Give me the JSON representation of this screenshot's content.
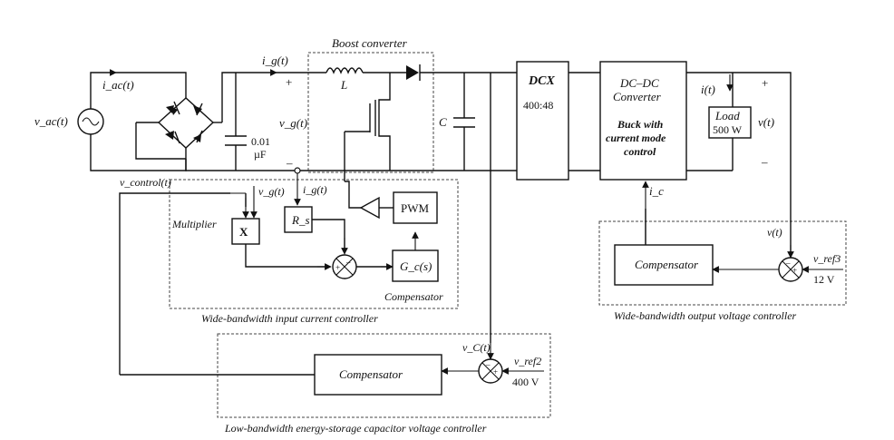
{
  "labels": {
    "vac": "v_ac(t)",
    "iac": "i_ac(t)",
    "ig_top": "i_g(t)",
    "plus_left": "+",
    "minus_left": "–",
    "vg": "v_g(t)",
    "cap_small_val": "0.01",
    "cap_small_unit": "µF",
    "boost_title": "Boost converter",
    "inductor": "L",
    "cap_C": "C",
    "dcx_name": "DCX",
    "dcx_ratio": "400:48",
    "dcdc_line1": "DC–DC",
    "dcdc_line2": "Converter",
    "buck_line1": "Buck with",
    "buck_line2": "current mode",
    "buck_line3": "control",
    "i_out": "i(t)",
    "plus_right": "+",
    "minus_right": "–",
    "load_name": "Load",
    "load_val": "500 W",
    "v_out": "v(t)",
    "vcontrol": "v_control(t)",
    "vg_small": "v_g(t)",
    "ig_small": "i_g(t)",
    "multiplier_label": "Multiplier",
    "mult_symbol": "X",
    "rs": "R_s",
    "pwm": "PWM",
    "gc": "G_c(s)",
    "compensator_small": "Compensator",
    "ic": "i_c",
    "v_fb": "v(t)",
    "compensator_right": "Compensator",
    "vref3": "v_ref3",
    "vref3_val": "12 V",
    "vC": "v_C(t)",
    "compensator_bottom": "Compensator",
    "vref2": "v_ref2",
    "vref2_val": "400 V",
    "title_wide_input": "Wide-bandwidth input current controller",
    "title_wide_output": "Wide-bandwidth output voltage controller",
    "title_low_bw": "Low-bandwidth energy-storage capacitor voltage controller"
  }
}
